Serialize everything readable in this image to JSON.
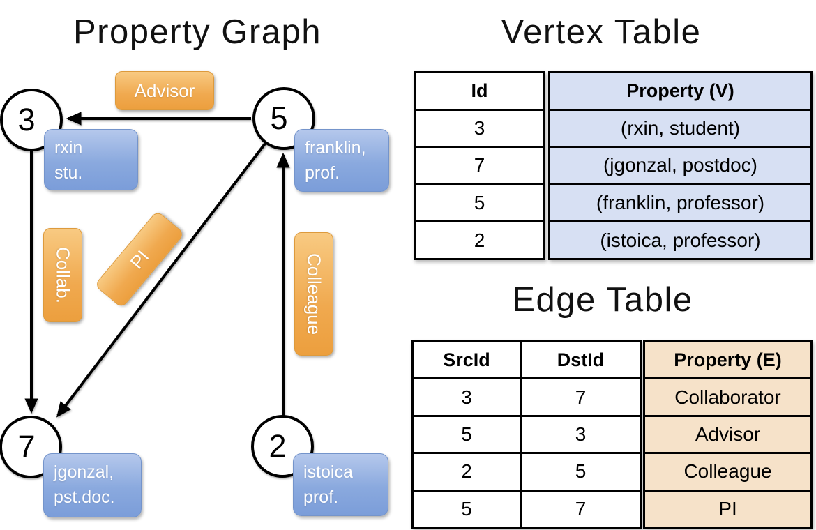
{
  "titles": {
    "property_graph": "Property Graph",
    "vertex_table": "Vertex Table",
    "edge_table": "Edge Table"
  },
  "graph": {
    "nodes": {
      "n3": {
        "id": "3",
        "prop_line1": "rxin",
        "prop_line2": "stu."
      },
      "n5": {
        "id": "5",
        "prop_line1": "franklin,",
        "prop_line2": "prof."
      },
      "n7": {
        "id": "7",
        "prop_line1": "jgonzal,",
        "prop_line2": "pst.doc."
      },
      "n2": {
        "id": "2",
        "prop_line1": "istoica",
        "prop_line2": "prof."
      }
    },
    "edge_labels": {
      "advisor": "Advisor",
      "collab": "Collab.",
      "pi": "PI",
      "colleague": "Colleague"
    }
  },
  "vertex_table": {
    "headers": {
      "id": "Id",
      "property": "Property (V)"
    },
    "rows": [
      {
        "id": "3",
        "property": "(rxin, student)"
      },
      {
        "id": "7",
        "property": "(jgonzal, postdoc)"
      },
      {
        "id": "5",
        "property": "(franklin, professor)"
      },
      {
        "id": "2",
        "property": "(istoica, professor)"
      }
    ]
  },
  "edge_table": {
    "headers": {
      "src": "SrcId",
      "dst": "DstId",
      "property": "Property (E)"
    },
    "rows": [
      {
        "src": "3",
        "dst": "7",
        "property": "Collaborator"
      },
      {
        "src": "5",
        "dst": "3",
        "property": "Advisor"
      },
      {
        "src": "2",
        "dst": "5",
        "property": "Colleague"
      },
      {
        "src": "5",
        "dst": "7",
        "property": "PI"
      }
    ]
  },
  "colors": {
    "edge_label_fill": "#f0a94f",
    "vertex_box_fill": "#8aa9de",
    "vertex_table_property_fill": "#d7e0f3",
    "edge_table_property_fill": "#f6e2c9"
  }
}
